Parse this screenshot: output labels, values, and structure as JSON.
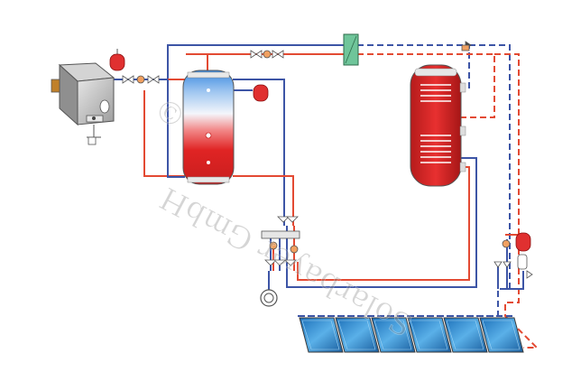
{
  "watermark": {
    "symbol": "©",
    "text": "Solarbayer GmbH"
  },
  "colors": {
    "hot_pipe": "#e34a33",
    "cold_pipe": "#3d55a6",
    "tank_red": "#d8232a",
    "expansion_red": "#e03030",
    "heat_exchanger": "#6fc59a",
    "collector_blue": "#2f8fd0",
    "boiler_grey": "#bdbdbd"
  },
  "components": [
    "boiler",
    "boiler-expansion-vessel",
    "buffer-tank",
    "buffer-expansion-vessel",
    "plate-heat-exchanger",
    "hot-water-storage-tank",
    "pump-group",
    "circulating-pump",
    "solar-station",
    "solar-expansion-vessel",
    "solar-collector-array"
  ],
  "collector_count": 6
}
